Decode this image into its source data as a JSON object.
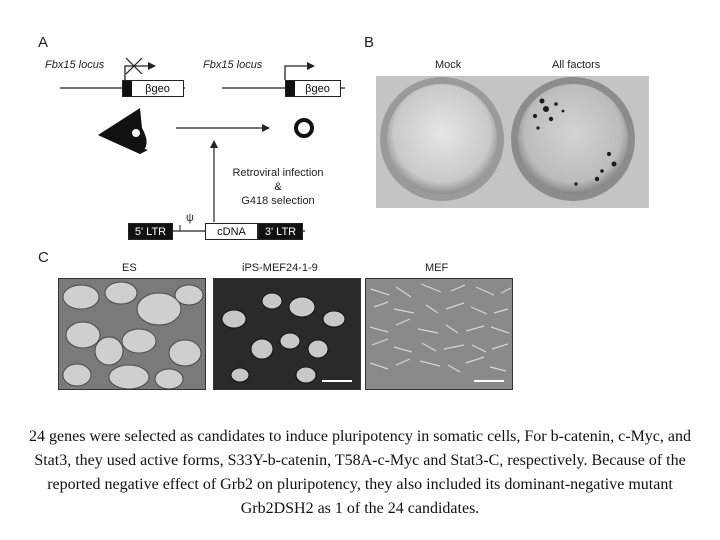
{
  "panels": {
    "a": {
      "letter": "A",
      "locus_label": "Fbx15 locus",
      "gene_label": "βgeo",
      "infection_line1": "Retroviral infection",
      "infection_line2": "&",
      "infection_line3": "G418 selection",
      "psi": "ψ",
      "ltr5": "5' LTR",
      "cdna": "cDNA",
      "ltr3": "3' LTR"
    },
    "b": {
      "letter": "B",
      "mock": "Mock",
      "all_factors": "All factors"
    },
    "c": {
      "letter": "C",
      "es": "ES",
      "ips": "iPS-MEF24-1-9",
      "mef": "MEF"
    }
  },
  "caption": "24 genes were selected as candidates to induce pluripotency in somatic cells, For b-catenin, c-Myc, and Stat3, they used active forms, S33Y-b-catenin, T58A-c-Myc and Stat3-C, respectively. Because of the reported negative effect of Grb2 on pluripotency, they also included its dominant-negative mutant Grb2DSH2 as 1 of the 24 candidates."
}
